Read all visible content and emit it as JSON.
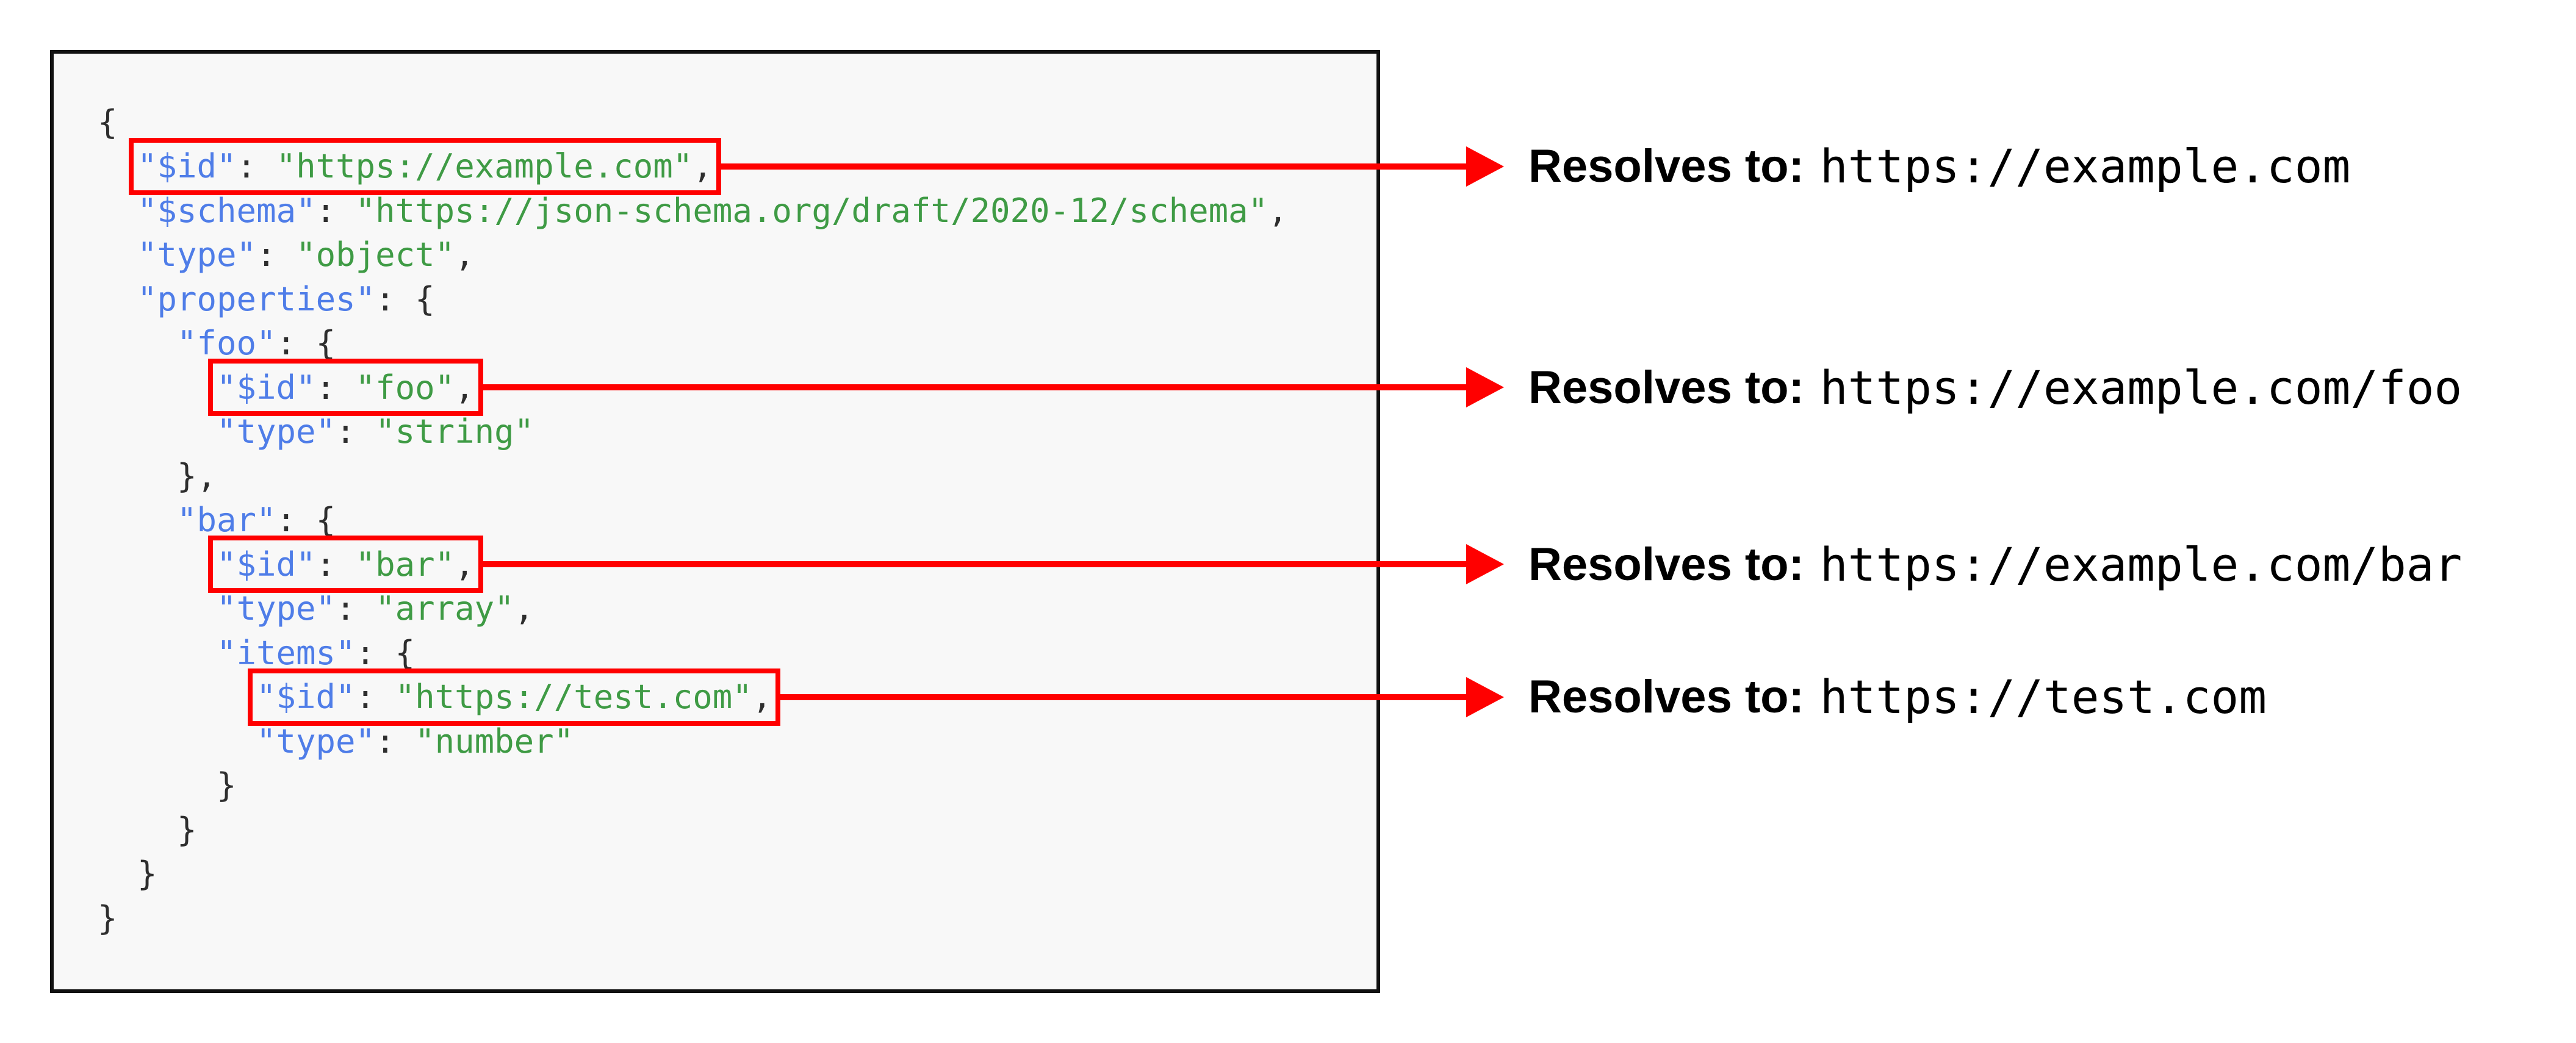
{
  "colors": {
    "key": "#4f7de8",
    "string": "#3f9b45",
    "punctuation": "#2e2e2e",
    "highlight": "#ff0000",
    "code_background": "#f8f8f8",
    "code_border": "#111111",
    "annotation_text": "#000000",
    "page_background": "#ffffff"
  },
  "code_block": {
    "language": "json",
    "lines": [
      {
        "indent": 0,
        "highlight": false,
        "tokens": [
          {
            "type": "punc",
            "text": "{"
          }
        ]
      },
      {
        "indent": 2,
        "highlight": true,
        "tokens": [
          {
            "type": "key",
            "text": "\"$id\""
          },
          {
            "type": "punc",
            "text": ": "
          },
          {
            "type": "str",
            "text": "\"https://example.com\""
          },
          {
            "type": "punc",
            "text": ","
          }
        ]
      },
      {
        "indent": 2,
        "highlight": false,
        "tokens": [
          {
            "type": "key",
            "text": "\"$schema\""
          },
          {
            "type": "punc",
            "text": ": "
          },
          {
            "type": "str",
            "text": "\"https://json-schema.org/draft/2020-12/schema\""
          },
          {
            "type": "punc",
            "text": ","
          }
        ]
      },
      {
        "indent": 2,
        "highlight": false,
        "tokens": [
          {
            "type": "key",
            "text": "\"type\""
          },
          {
            "type": "punc",
            "text": ": "
          },
          {
            "type": "str",
            "text": "\"object\""
          },
          {
            "type": "punc",
            "text": ","
          }
        ]
      },
      {
        "indent": 2,
        "highlight": false,
        "tokens": [
          {
            "type": "key",
            "text": "\"properties\""
          },
          {
            "type": "punc",
            "text": ": {"
          }
        ]
      },
      {
        "indent": 4,
        "highlight": false,
        "tokens": [
          {
            "type": "key",
            "text": "\"foo\""
          },
          {
            "type": "punc",
            "text": ": {"
          }
        ]
      },
      {
        "indent": 6,
        "highlight": true,
        "tokens": [
          {
            "type": "key",
            "text": "\"$id\""
          },
          {
            "type": "punc",
            "text": ": "
          },
          {
            "type": "str",
            "text": "\"foo\""
          },
          {
            "type": "punc",
            "text": ","
          }
        ]
      },
      {
        "indent": 6,
        "highlight": false,
        "tokens": [
          {
            "type": "key",
            "text": "\"type\""
          },
          {
            "type": "punc",
            "text": ": "
          },
          {
            "type": "str",
            "text": "\"string\""
          }
        ]
      },
      {
        "indent": 4,
        "highlight": false,
        "tokens": [
          {
            "type": "punc",
            "text": "},"
          }
        ]
      },
      {
        "indent": 4,
        "highlight": false,
        "tokens": [
          {
            "type": "key",
            "text": "\"bar\""
          },
          {
            "type": "punc",
            "text": ": {"
          }
        ]
      },
      {
        "indent": 6,
        "highlight": true,
        "tokens": [
          {
            "type": "key",
            "text": "\"$id\""
          },
          {
            "type": "punc",
            "text": ": "
          },
          {
            "type": "str",
            "text": "\"bar\""
          },
          {
            "type": "punc",
            "text": ","
          }
        ]
      },
      {
        "indent": 6,
        "highlight": false,
        "tokens": [
          {
            "type": "key",
            "text": "\"type\""
          },
          {
            "type": "punc",
            "text": ": "
          },
          {
            "type": "str",
            "text": "\"array\""
          },
          {
            "type": "punc",
            "text": ","
          }
        ]
      },
      {
        "indent": 6,
        "highlight": false,
        "tokens": [
          {
            "type": "key",
            "text": "\"items\""
          },
          {
            "type": "punc",
            "text": ": {"
          }
        ]
      },
      {
        "indent": 8,
        "highlight": true,
        "tokens": [
          {
            "type": "key",
            "text": "\"$id\""
          },
          {
            "type": "punc",
            "text": ": "
          },
          {
            "type": "str",
            "text": "\"https://test.com\""
          },
          {
            "type": "punc",
            "text": ","
          }
        ]
      },
      {
        "indent": 8,
        "highlight": false,
        "tokens": [
          {
            "type": "key",
            "text": "\"type\""
          },
          {
            "type": "punc",
            "text": ": "
          },
          {
            "type": "str",
            "text": "\"number\""
          }
        ]
      },
      {
        "indent": 6,
        "highlight": false,
        "tokens": [
          {
            "type": "punc",
            "text": "}"
          }
        ]
      },
      {
        "indent": 4,
        "highlight": false,
        "tokens": [
          {
            "type": "punc",
            "text": "}"
          }
        ]
      },
      {
        "indent": 2,
        "highlight": false,
        "tokens": [
          {
            "type": "punc",
            "text": "}"
          }
        ]
      },
      {
        "indent": 0,
        "highlight": false,
        "tokens": [
          {
            "type": "punc",
            "text": "}"
          }
        ]
      }
    ]
  },
  "annotations": [
    {
      "label": "Resolves to:",
      "url": "https://example.com",
      "source_line": 2
    },
    {
      "label": "Resolves to:",
      "url": "https://example.com/foo",
      "source_line": 7
    },
    {
      "label": "Resolves to:",
      "url": "https://example.com/bar",
      "source_line": 11
    },
    {
      "label": "Resolves to:",
      "url": "https://test.com",
      "source_line": 14
    }
  ]
}
